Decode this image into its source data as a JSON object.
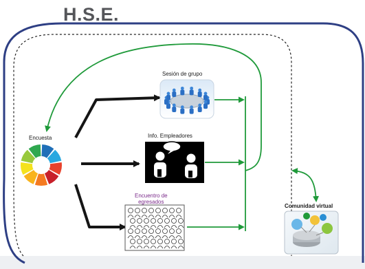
{
  "title": "H.S.E.",
  "nodes": {
    "encuesta": {
      "label": "Encuesta",
      "segment_colors": [
        "#1f6fb8",
        "#2aa8e0",
        "#e8422c",
        "#c8202a",
        "#f47a20",
        "#f9b31c",
        "#f4e21d",
        "#98c93c",
        "#2fa84f"
      ]
    },
    "sesion_grupo": {
      "label": "Sesión de grupo"
    },
    "info_empleadores": {
      "label": "Info. Empleadores"
    },
    "encuentro_egresados": {
      "label_line1": "Encuentro de",
      "label_line2": "egresados"
    },
    "comunidad_virtual": {
      "label": "Comunidad virtual"
    }
  },
  "colors": {
    "outer_border": "#2e3f84",
    "inner_dashed": "#222222",
    "black_arrow": "#151515",
    "green_arrow": "#1f9a3a",
    "label_purple": "#7a2a8a",
    "title": "#55565a"
  }
}
